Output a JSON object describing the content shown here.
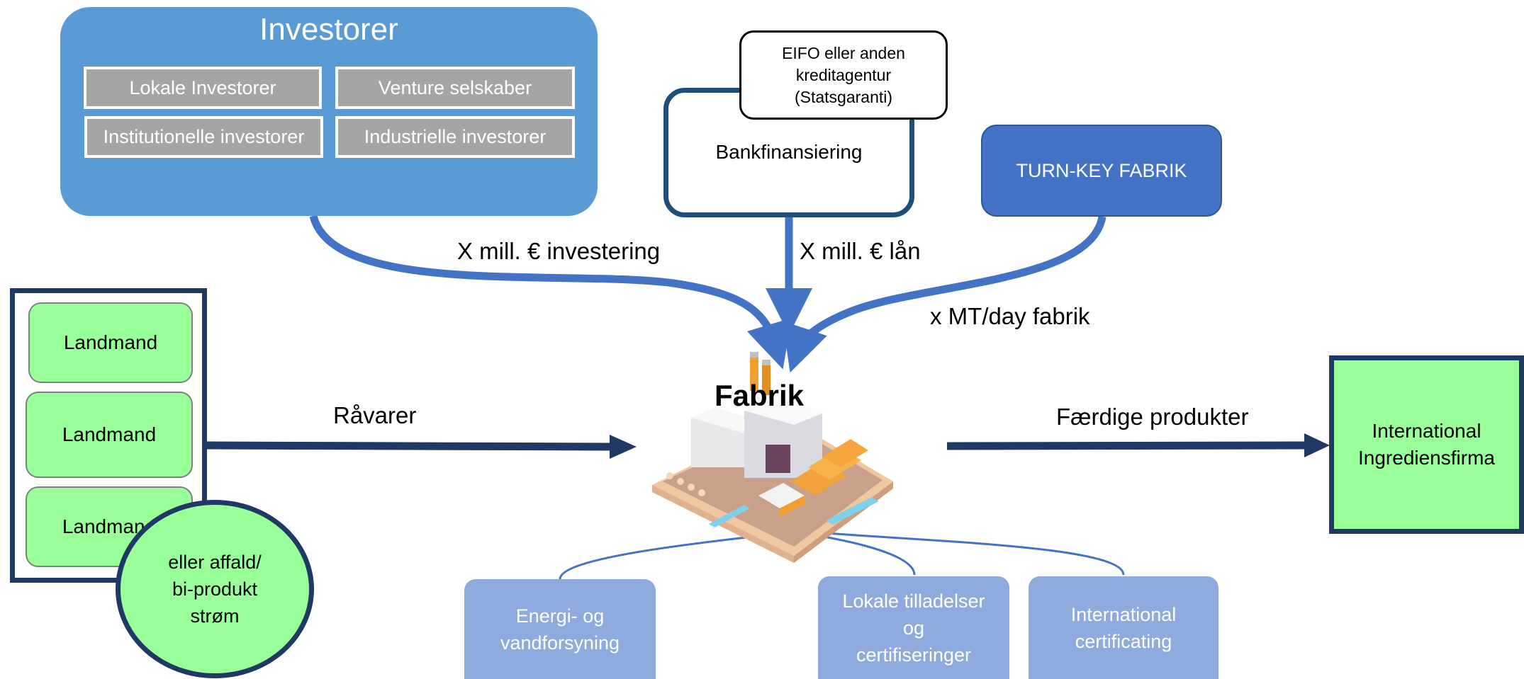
{
  "investors": {
    "title": "Investorer",
    "items": [
      "Lokale Investorer",
      "Venture selskaber",
      "Institutionelle investorer",
      "Industrielle investorer"
    ]
  },
  "bank": {
    "label": "Bankfinansiering",
    "guarantee": [
      "EIFO eller anden",
      "kreditagentur",
      "(Statsgaranti)"
    ]
  },
  "turnkey": {
    "label": "TURN-KEY FABRIK"
  },
  "flows": {
    "investment": "X mill. € investering",
    "loan": "X mill. € lån",
    "capacity": "x MT/day fabrik",
    "raw": "Råvarer",
    "finished": "Færdige produkter"
  },
  "farmers": {
    "items": [
      "Landmand",
      "Landmand",
      "Landmand"
    ]
  },
  "waste": {
    "lines": [
      "eller affald/",
      "bi-produkt",
      "strøm"
    ]
  },
  "factory": {
    "title": "Fabrik"
  },
  "buyer": {
    "lines": [
      "International",
      "Ingrediensfirma"
    ]
  },
  "support": {
    "energy": [
      "Energi- og",
      "vandforsyning"
    ],
    "permits": [
      "Lokale tilladelser",
      "og",
      "certifiseringer"
    ],
    "certification": [
      "International",
      "certificating"
    ]
  },
  "colors": {
    "investor_blue": "#5b9bd5",
    "dark_navy": "#1f4e79",
    "arrow_blue": "#4472c4",
    "green": "#99ff99",
    "grey_box": "#a5a5a5",
    "light_blue": "#8faadc"
  }
}
